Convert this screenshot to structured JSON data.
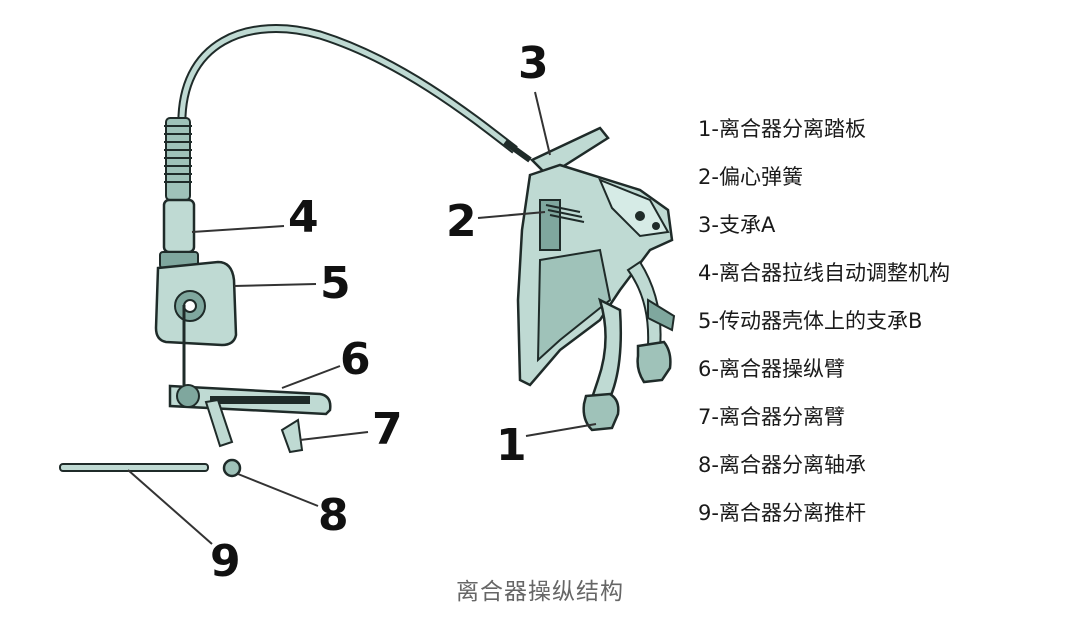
{
  "callouts": [
    {
      "number": "1"
    },
    {
      "number": "2"
    },
    {
      "number": "3"
    },
    {
      "number": "4"
    },
    {
      "number": "5"
    },
    {
      "number": "6"
    },
    {
      "number": "7"
    },
    {
      "number": "8"
    },
    {
      "number": "9"
    }
  ],
  "legend": [
    "1-离合器分离踏板",
    "2-偏心弹簧",
    "3-支承A",
    "4-离合器拉线自动调整机构",
    "5-传动器壳体上的支承B",
    "6-离合器操纵臂",
    "7-离合器分离臂",
    "8-离合器分离轴承",
    "9-离合器分离推杆"
  ],
  "caption": "离合器操纵结构",
  "colors": {
    "part_fill": "#bfdad3",
    "part_dark": "#7fa79e",
    "part_stroke": "#1f2b29",
    "leader": "#333333",
    "caption": "#666666"
  }
}
